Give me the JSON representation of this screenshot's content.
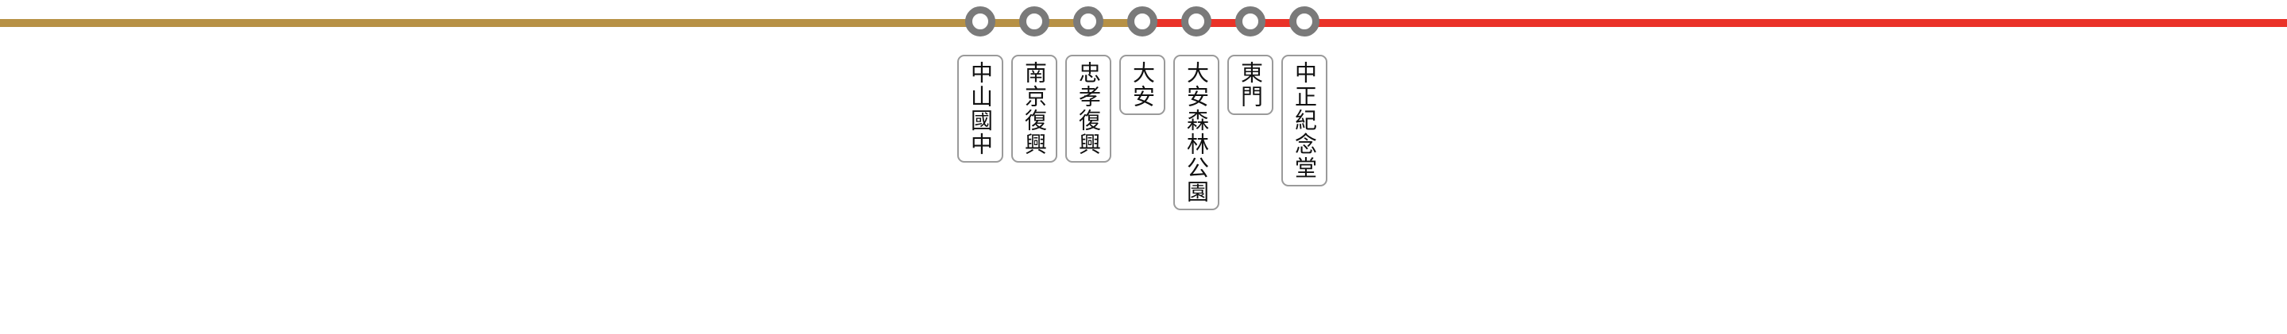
{
  "diagram": {
    "colors": {
      "left_line": "#b79145",
      "right_line": "#ea3228",
      "station_ring": "#7a7a7a",
      "label_border": "#9a9a9a"
    },
    "stations": [
      {
        "name": "中山國中"
      },
      {
        "name": "南京復興"
      },
      {
        "name": "忠孝復興"
      },
      {
        "name": "大安"
      },
      {
        "name": "大安森林公園"
      },
      {
        "name": "東門"
      },
      {
        "name": "中正紀念堂"
      }
    ]
  }
}
